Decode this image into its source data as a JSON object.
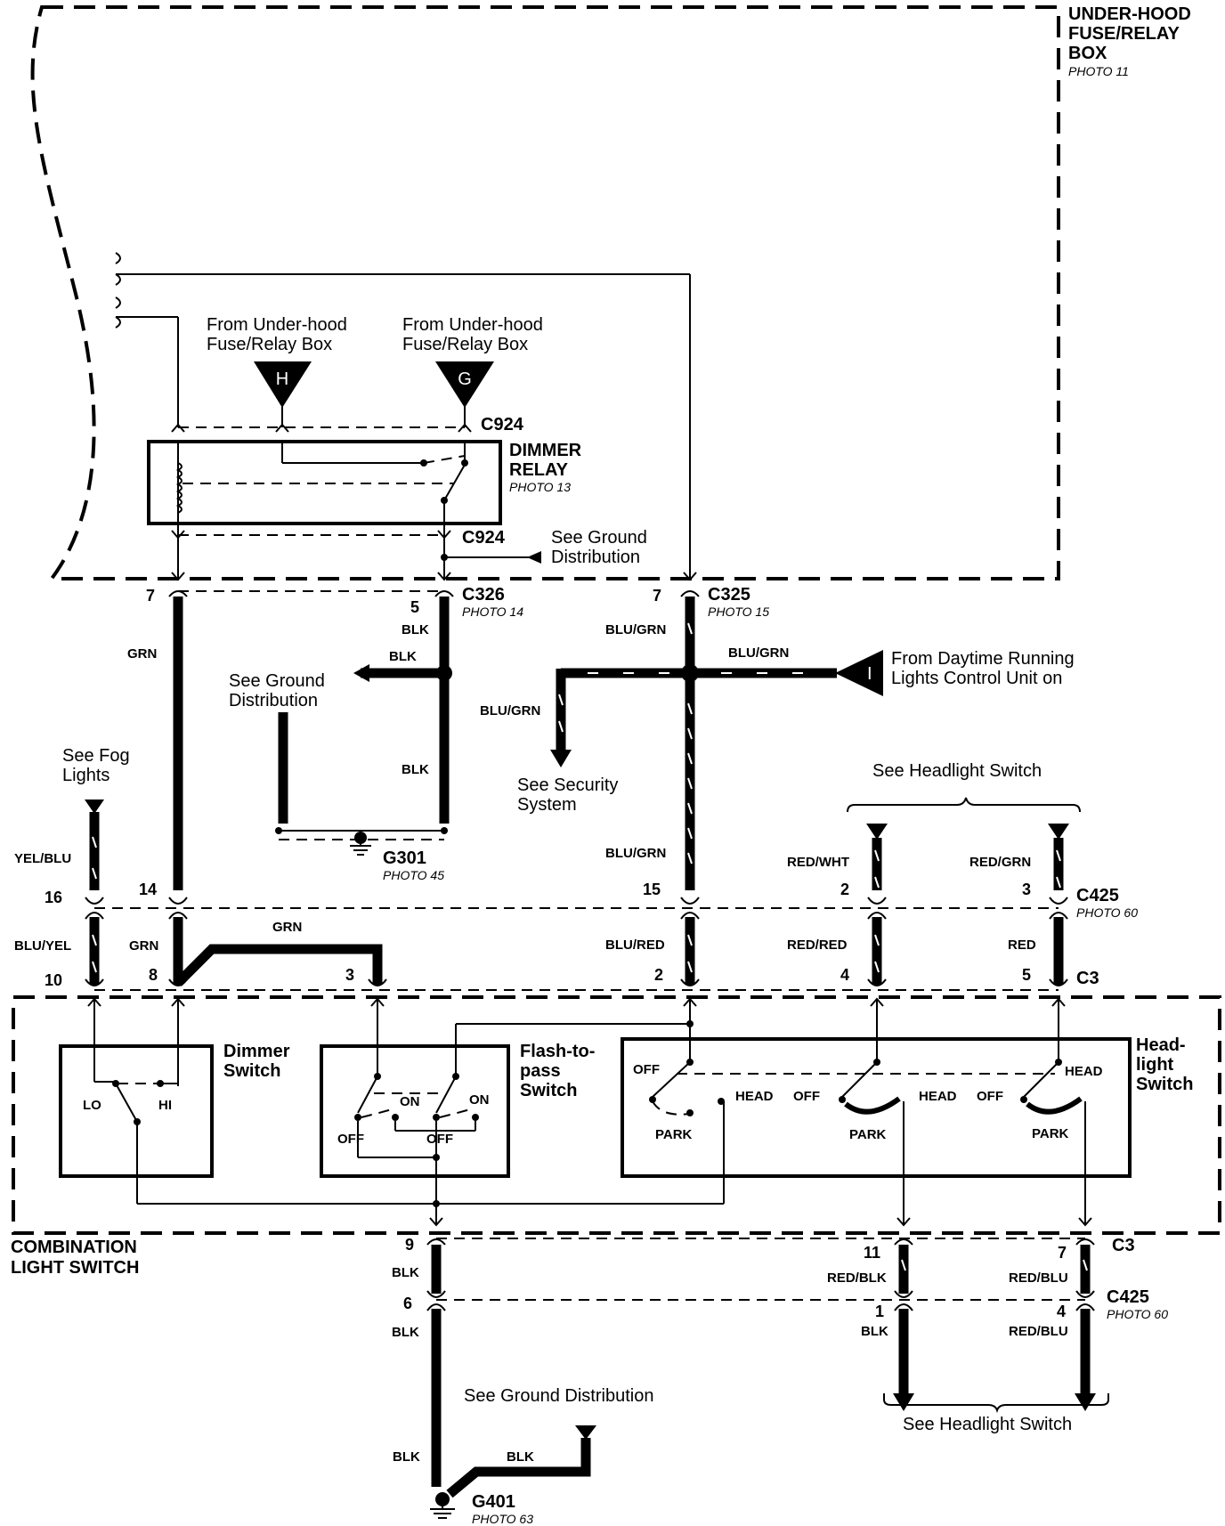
{
  "components": {
    "underhood": {
      "line1": "UNDER-HOOD",
      "line2": "FUSE/RELAY",
      "line3": "BOX",
      "photo": "PHOTO 11"
    },
    "dimmer_relay": {
      "line1": "DIMMER",
      "line2": "RELAY",
      "photo": "PHOTO 13"
    },
    "combination_switch": {
      "line1": "COMBINATION",
      "line2": "LIGHT SWITCH"
    },
    "dimmer_switch": {
      "line1": "Dimmer",
      "line2": "Switch",
      "lo": "LO",
      "hi": "HI"
    },
    "flash_switch": {
      "line1": "Flash-to-",
      "line2": "pass",
      "line3": "Switch",
      "on": "ON",
      "off": "OFF"
    },
    "headlight_switch": {
      "line1": "Head-",
      "line2": "light",
      "line3": "Switch",
      "off": "OFF",
      "head": "HEAD",
      "park": "PARK"
    }
  },
  "connectors": {
    "c924": "C924",
    "c326": "C326",
    "c326_photo": "PHOTO 14",
    "c325": "C325",
    "c325_photo": "PHOTO 15",
    "c425": "C425",
    "c425_photo": "PHOTO 60",
    "c3": "C3",
    "g301": "G301",
    "g301_photo": "PHOTO 45",
    "g401": "G401",
    "g401_photo": "PHOTO 63"
  },
  "references": {
    "from_underhood_1": "From Under-hood",
    "fuse_relay_box_1": "Fuse/Relay Box",
    "from_underhood_2": "From Under-hood",
    "fuse_relay_box_2": "Fuse/Relay Box",
    "fuse_h": "H",
    "fuse_g": "G",
    "drl_tag": "I",
    "see_ground_1": "See Ground",
    "distribution_1": "Distribution",
    "see_ground_2": "See Ground",
    "distribution_2": "Distribution",
    "see_ground_3": "See Ground Distribution",
    "from_drl_1": "From Daytime Running",
    "from_drl_2": "Lights Control Unit on",
    "see_security_1": "See Security",
    "see_security_2": "System",
    "see_fog_1": "See Fog",
    "see_fog_2": "Lights",
    "see_headlight_top": "See Headlight Switch",
    "see_headlight_bottom": "See Headlight Switch"
  },
  "wires": {
    "grn": "GRN",
    "grn2": "GRN",
    "grn3": "GRN",
    "blk1": "BLK",
    "blk2": "BLK",
    "blk3": "BLK",
    "blk4": "BLK",
    "blk5": "BLK",
    "blk6": "BLK",
    "blk7": "BLK",
    "blk8": "BLK",
    "blu_grn1": "BLU/GRN",
    "blu_grn2": "BLU/GRN",
    "blu_grn3": "BLU/GRN",
    "blu_grn4": "BLU/GRN",
    "yel_blu": "YEL/BLU",
    "blu_yel": "BLU/YEL",
    "blu_red": "BLU/RED",
    "red_wht": "RED/WHT",
    "red_grn": "RED/GRN",
    "red_red": "RED/RED",
    "red": "RED",
    "red_blk": "RED/BLK",
    "red_blu1": "RED/BLU",
    "red_blu2": "RED/BLU"
  },
  "pins": {
    "p7a": "7",
    "p5": "5",
    "p7b": "7",
    "p16": "16",
    "p14": "14",
    "p15": "15",
    "p2a": "2",
    "p3a": "3",
    "p10": "10",
    "p8": "8",
    "p3b": "3",
    "p2b": "2",
    "p4a": "4",
    "p5b": "5",
    "p9": "9",
    "p6": "6",
    "p11": "11",
    "p7c": "7",
    "p1": "1",
    "p4b": "4"
  }
}
